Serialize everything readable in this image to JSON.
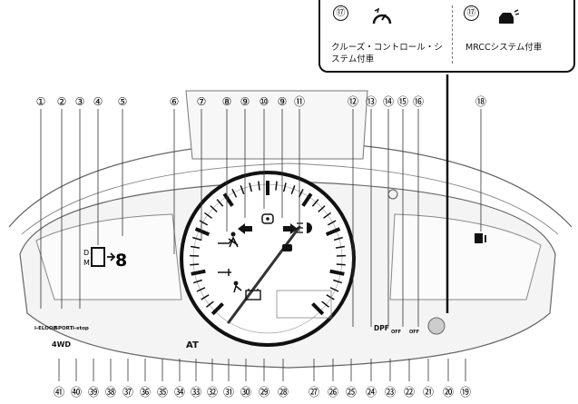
{
  "callout": {
    "left": {
      "number": "⑰",
      "label": "クルーズ・コントロール・システム付車",
      "icon": "cruise-control-icon"
    },
    "right": {
      "number": "⑰",
      "label": "MRCCシステム付車",
      "icon": "mrcc-icon"
    }
  },
  "gear_indicator": {
    "top": "D",
    "bottom": "M",
    "value": "8"
  },
  "left_cluster_labels": [
    "i-ELOOP",
    "SPORT",
    "i-stop",
    "4WD"
  ],
  "center_labels": {
    "at": "AT",
    "dpf": "DPF"
  },
  "top_numbers": [
    "①",
    "②",
    "③",
    "④",
    "⑤",
    "⑥",
    "⑦",
    "⑧",
    "⑨",
    "⑩",
    "⑨",
    "⑪",
    "⑫",
    "⑬",
    "⑭",
    "⑮",
    "⑯",
    "⑱"
  ],
  "bottom_numbers": [
    "㊶",
    "㊵",
    "㊴",
    "㊳",
    "㊲",
    "㊱",
    "㉟",
    "㉞",
    "㉝",
    "㉜",
    "㉛",
    "㉚",
    "㉙",
    "㉘",
    "㉗",
    "㉖",
    "㉕",
    "㉔",
    "㉓",
    "㉒",
    "㉑",
    "⑳",
    "⑲"
  ],
  "colors": {
    "line": "#111111",
    "panel": "#f2f2f2",
    "gauge_bg": "#ffffff",
    "shade": "#e8e8e8"
  }
}
